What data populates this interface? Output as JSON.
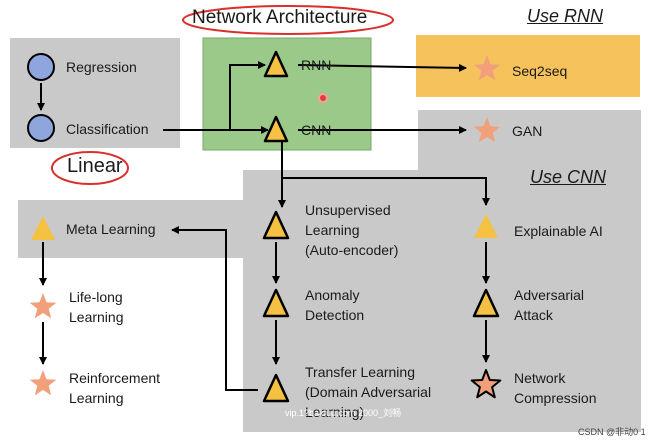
{
  "title": "Network Architecture",
  "use_rnn": "Use RNN",
  "use_cnn": "Use CNN",
  "linear": "Linear",
  "nodes": {
    "regression": "Regression",
    "classification": "Classification",
    "rnn": "RNN",
    "cnn": "CNN",
    "seq2seq": "Seq2seq",
    "gan": "GAN",
    "unsupervised": [
      "Unsupervised",
      "Learning",
      "(Auto-encoder)"
    ],
    "anomaly": [
      "Anomaly",
      "Detection"
    ],
    "transfer": [
      "Transfer Learning",
      "(Domain Adversarial",
      "Learning)"
    ],
    "explainable": "Explainable AI",
    "adversarial": [
      "Adversarial",
      "Attack"
    ],
    "compression": [
      "Network",
      "Compression"
    ],
    "meta": "Meta Learning",
    "lifelong": [
      "Life-long",
      "Learning"
    ],
    "reinforcement": [
      "Reinforcement",
      "Learning"
    ]
  },
  "watermarks": {
    "center": "vip.1?baiduu.com 2000_刘畅",
    "corner": "CSDN @非动0 1"
  },
  "colors": {
    "green_box": "#9bc98a",
    "yellow_box": "#f6c25c",
    "gray_box": "#c8c8c8",
    "triangle": "#f5c142",
    "star": "#f2a07b",
    "circle": "#8ea5de",
    "red_oval": "#d9302c"
  }
}
